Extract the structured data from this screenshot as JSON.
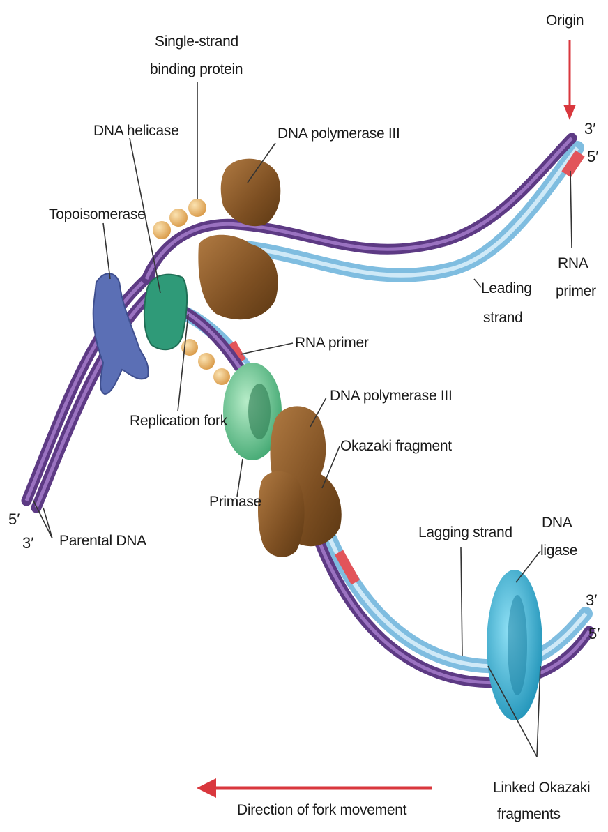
{
  "labels": {
    "origin": "Origin",
    "ssb_line1": "Single-strand",
    "ssb_line2": "binding protein",
    "helicase": "DNA helicase",
    "pol3_top": "DNA polymerase III",
    "topoisomerase": "Topoisomerase",
    "rna_primer_right_line1": "RNA",
    "rna_primer_right_line2": "primer",
    "leading_line1": "Leading",
    "leading_line2": "strand",
    "rna_primer_mid": "RNA primer",
    "pol3_mid": "DNA polymerase III",
    "replication_fork": "Replication fork",
    "okazaki": "Okazaki fragment",
    "primase": "Primase",
    "parental": "Parental DNA",
    "lagging": "Lagging strand",
    "ligase_line1": "DNA",
    "ligase_line2": "ligase",
    "linked_line1": "Linked Okazaki",
    "linked_line2": "fragments",
    "direction": "Direction of fork movement"
  },
  "ends": {
    "top_right_3": "3′",
    "top_right_5": "5′",
    "bottom_left_5": "5′",
    "bottom_left_3": "3′",
    "bottom_right_3": "3′",
    "bottom_right_5": "5′"
  },
  "colors": {
    "parental_strand": "#7b4fa0",
    "new_strand": "#8fc8e8",
    "rna_primer": "#e2545a",
    "polymerase": "#8a5a2b",
    "helicase": "#2f9a78",
    "primase": "#5cbf8a",
    "topoisomerase": "#5b6fb5",
    "ssb": "#e2b46a",
    "ligase": "#2ba9cf",
    "arrow": "#d9373d"
  }
}
